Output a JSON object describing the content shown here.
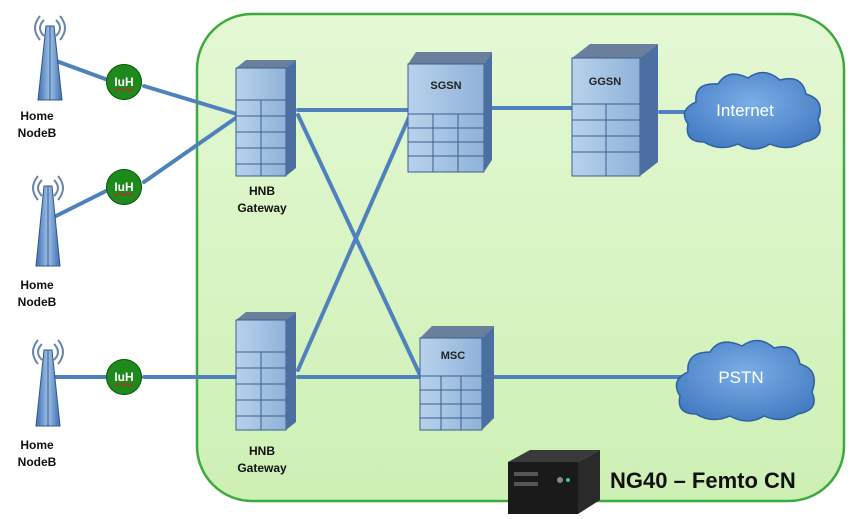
{
  "colors": {
    "region_fill": "#d7f5c0",
    "region_border": "#3daa3d",
    "link": "#4f81bd",
    "iuh_fill": "#1e8a1e",
    "cloud_fill": "#5b93d3",
    "server_front": "#aac6e4",
    "server_side": "#4a6fa0",
    "server_top": "#6a7f9c"
  },
  "nodebs": [
    {
      "line1": "Home",
      "line2": "NodeB"
    },
    {
      "line1": "Home",
      "line2": "NodeB"
    },
    {
      "line1": "Home",
      "line2": "NodeB"
    }
  ],
  "iuh_label": "IuH",
  "hnb_gateways": [
    {
      "line1": "HNB",
      "line2": "Gateway"
    },
    {
      "line1": "HNB",
      "line2": "Gateway"
    }
  ],
  "servers": {
    "sgsn": "SGSN",
    "ggsn": "GGSN",
    "msc": "MSC"
  },
  "clouds": {
    "internet": "Internet",
    "pstn": "PSTN"
  },
  "product_label": "NG40 – Femto CN",
  "icons": [
    "antenna-tower-icon",
    "server-rack-icon",
    "cloud-icon",
    "hardware-box-icon"
  ]
}
